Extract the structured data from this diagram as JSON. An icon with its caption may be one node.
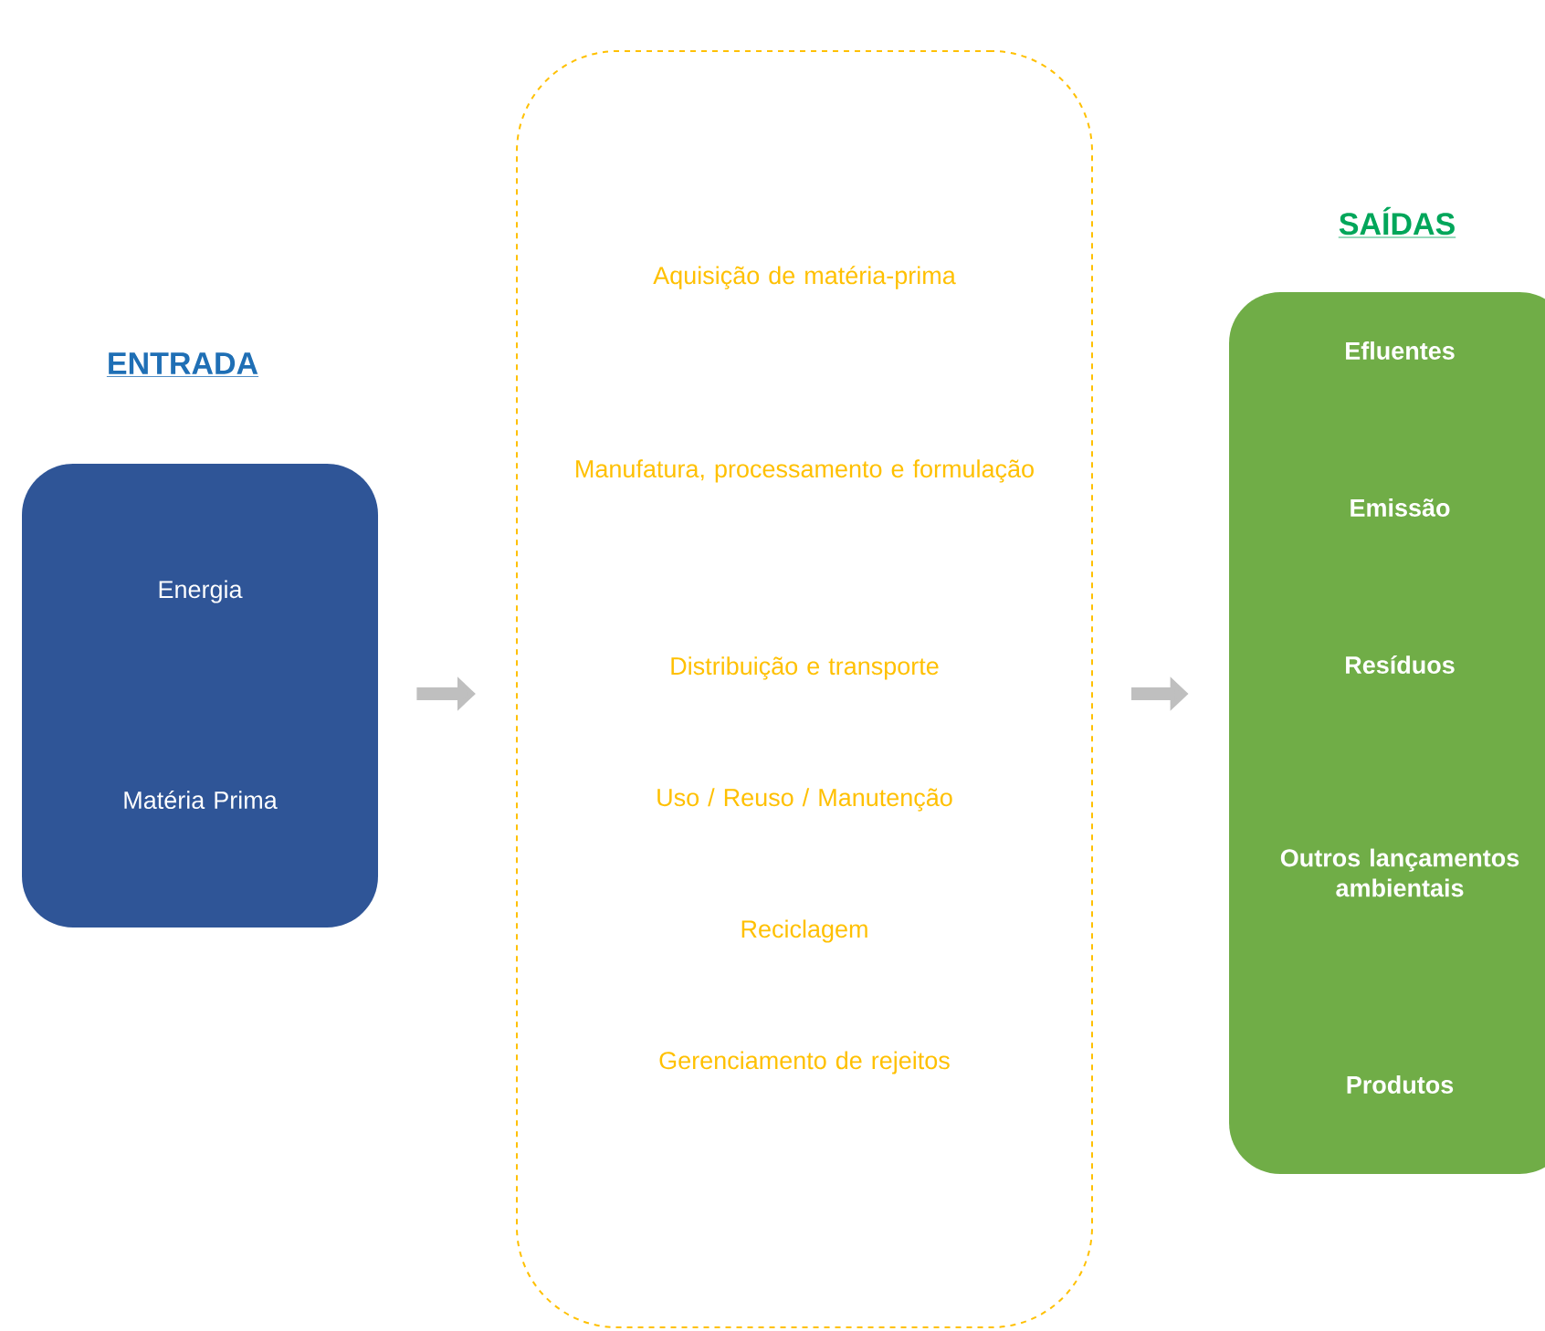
{
  "diagram": {
    "nodes": [
      {
        "text": [
          "ENTRADA",
          "Energia",
          "Matéria Prima"
        ]
      },
      {
        "text": [
          "Aquisição de matéria-prima",
          "Manufatura, processamento e formulação",
          "Distribuição e transporte",
          "Uso / Reuso / Manutenção",
          "Reciclagem",
          "Gerenciamento de rejeitos"
        ]
      },
      {
        "text": [
          "SAÍDAS",
          "Efluentes",
          "Emissão",
          "Resíduos",
          "Outros lançamentos ambientais",
          "Produtos"
        ]
      }
    ],
    "edges": [
      {
        "from": 0,
        "to": 1,
        "arrow": "to"
      },
      {
        "from": 1,
        "to": 2,
        "arrow": "to"
      }
    ]
  }
}
